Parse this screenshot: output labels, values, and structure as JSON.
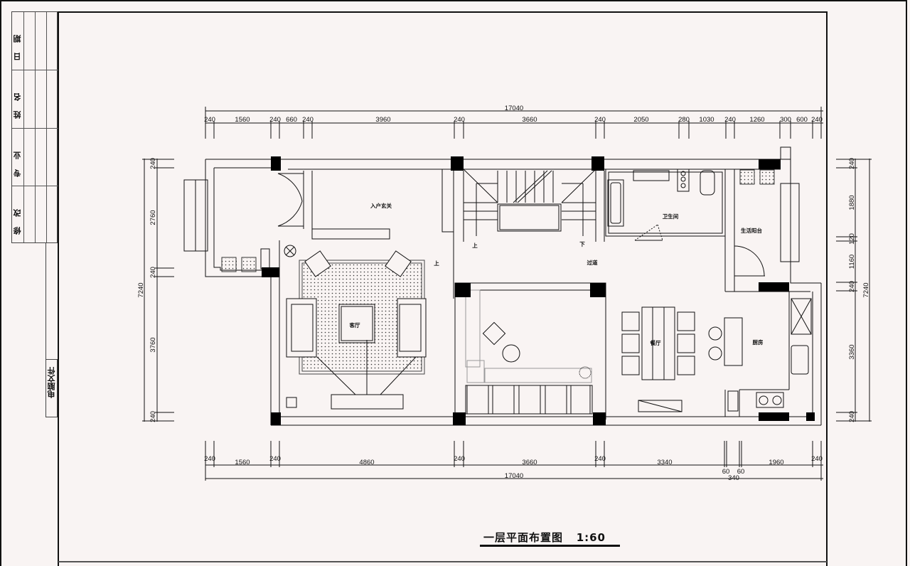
{
  "title_block": {
    "rows": [
      {
        "label": "日期"
      },
      {
        "label": "姓名"
      },
      {
        "label": "专业"
      },
      {
        "label": "修改"
      }
    ],
    "file_label": "电脑文件"
  },
  "drawing": {
    "title": "一层平面布置图",
    "scale": "1:60"
  },
  "dimensions": {
    "top_total": "17040",
    "top_segments": [
      "240",
      "1560",
      "240",
      "660",
      "240",
      "3960",
      "240",
      "3660",
      "240",
      "2050",
      "280",
      "1030",
      "240",
      "1260",
      "300",
      "600",
      "240"
    ],
    "bottom_total": "17040",
    "bottom_segments": [
      "240",
      "1560",
      "240",
      "4860",
      "240",
      "3660",
      "240",
      "3340",
      "60",
      "60",
      "1960",
      "240"
    ],
    "bottom_extra": "340",
    "left_total": "7240",
    "left_segments": [
      "240",
      "2760",
      "240",
      "3760",
      "240"
    ],
    "right_total": "7240",
    "right_segments": [
      "240",
      "1880",
      "120",
      "1160",
      "240",
      "3360",
      "240"
    ]
  },
  "rooms": {
    "entry_foyer": "入户玄关",
    "living_room": "客厅",
    "corridor": "过道",
    "bathroom": "卫生间",
    "utility_balcony": "生活阳台",
    "dining_room": "餐厅",
    "kitchen": "厨房",
    "stair_up": "上",
    "stair_down": "下",
    "step_up": "上"
  },
  "colors": {
    "background": "#f9f4f3",
    "line": "#111111",
    "column": "#000000"
  }
}
